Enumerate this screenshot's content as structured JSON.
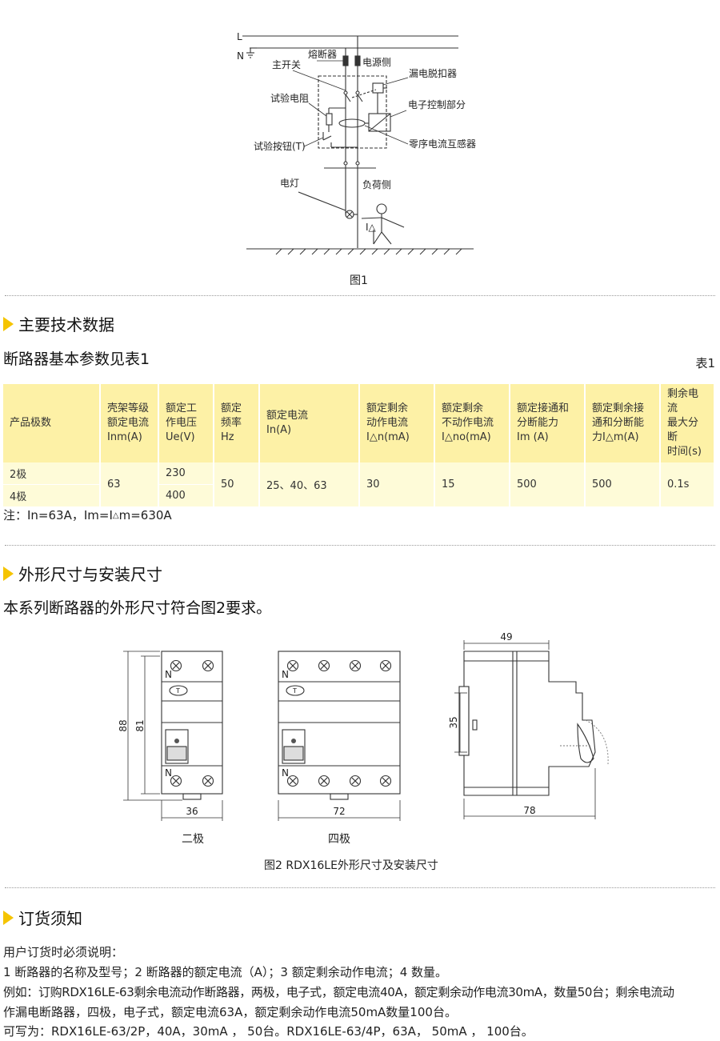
{
  "fig1": {
    "caption": "图1",
    "labels": {
      "L": "L",
      "N": "N",
      "fuse": "熔断器",
      "power_side": "电源侧",
      "main_switch": "主开关",
      "trip_device": "漏电脱扣器",
      "test_resistor": "试验电阻",
      "electronic_control": "电子控制部分",
      "test_button": "试验按钮(T)",
      "zct": "零序电流互感器",
      "lamp": "电灯",
      "load_side": "负荷侧",
      "leak_current": "I△"
    }
  },
  "section1": {
    "title": "主要技术数据"
  },
  "table_intro": "断路器基本参数见表1",
  "table_label": "表1",
  "table": {
    "headers": [
      [
        "产品极数"
      ],
      [
        "壳架等级",
        "额定电流",
        "Inm(A)"
      ],
      [
        "额定工",
        "作电压",
        "Ue(V)"
      ],
      [
        "额定",
        "频率",
        "Hz"
      ],
      [
        "额定电流",
        "In(A)"
      ],
      [
        "额定剩余",
        "动作电流",
        "I△n(mA)"
      ],
      [
        "额定剩余",
        "不动作电流",
        "I△no(mA)"
      ],
      [
        "额定接通和",
        "分断能力",
        "Im (A)"
      ],
      [
        "额定剩余接",
        "通和分断能",
        "力I△m(A)"
      ],
      [
        "剩余电流",
        "最大分断",
        "时间(s)"
      ]
    ],
    "poles": [
      "2极",
      "4极"
    ],
    "inm": "63",
    "ue": [
      "230",
      "400"
    ],
    "hz": "50",
    "in": "25、40、63",
    "idn": "30",
    "idno": "15",
    "im": "500",
    "idm": "500",
    "time": "0.1s"
  },
  "note": "注：In=63A，Im=I",
  "note_sym": "△",
  "note_rest": "m=630A",
  "section2": {
    "title": "外形尺寸与安装尺寸"
  },
  "dims_intro": "本系列断路器的外形尺寸符合图2要求。",
  "fig2": {
    "caption": "图2  RDX16LE外形尺寸及安装尺寸",
    "two_pole": "二极",
    "four_pole": "四极",
    "dim_88": "88",
    "dim_81": "81",
    "dim_36": "36",
    "dim_72": "72",
    "dim_49": "49",
    "dim_35": "35",
    "dim_78": "78",
    "n_label": "N",
    "t_label": "T"
  },
  "section3": {
    "title": "订货须知"
  },
  "order": {
    "line1": "用户订货时必须说明：",
    "line2": "1 断路器的名称及型号；2 断路器的额定电流（A）；3 额定剩余动作电流；4 数量。",
    "line3": "例如：订购RDX16LE-63剩余电流动作断路器，两极，电子式，额定电流40A，额定剩余动作电流30mA，数量50台；剩余电流动",
    "line4": "作漏电断路器，四极，电子式，额定电流63A，额定剩余动作电流50mA数量100台。",
    "line5": "可写为：RDX16LE-63/2P，40A，30mA ， 50台。RDX16LE-63/4P，63A， 50mA ， 100台。"
  }
}
